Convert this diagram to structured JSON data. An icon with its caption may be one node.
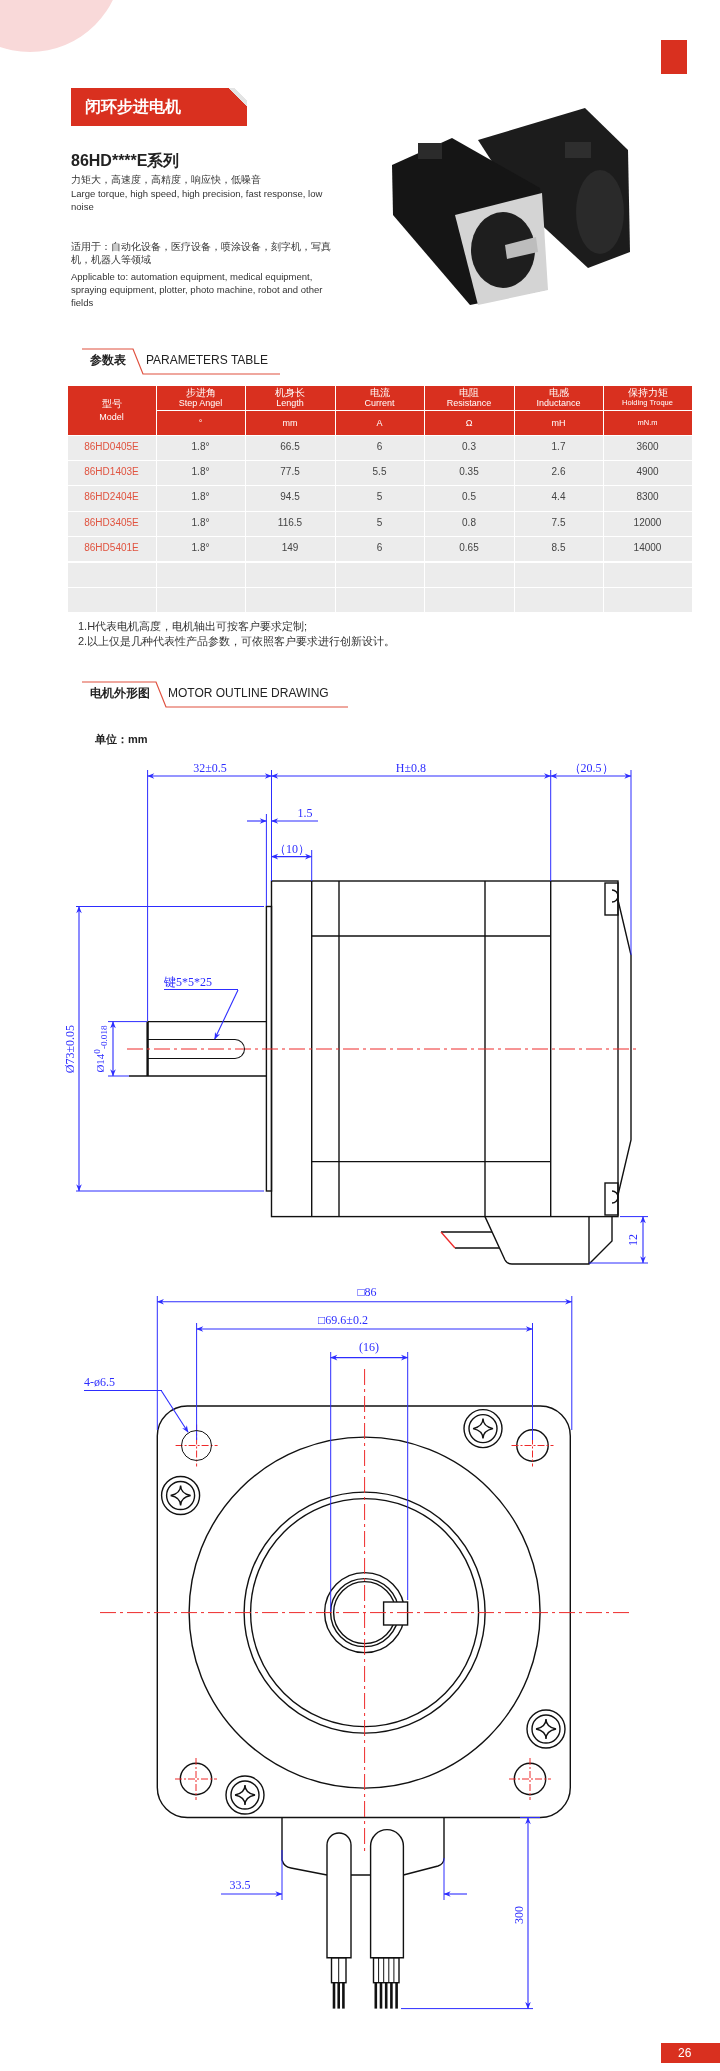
{
  "diagram": {
    "title": "闭环步进电机",
    "nodes": [
      {
        "text": [
          "键5*5*25"
        ]
      },
      {
        "text": [],
        "shape": "box"
      },
      {
        "text": [
          "4-ø6.5"
        ]
      },
      {
        "text": [],
        "shape": "circle"
      }
    ],
    "edges": [
      {
        "from": 0,
        "to": 1,
        "arrow": "to"
      },
      {
        "from": 2,
        "to": 3,
        "arrow": "to"
      }
    ],
    "labels": [
      "86HD****E系列",
      "力矩大，高速度，高精度，响应快，低噪音",
      "Large torque, high speed, high precision, fast response, low noise",
      "适用于：自动化设备，医疗设备，喷涂设备，刻字机，写真机，机器人等领域",
      "Applicable to: automation equipment, medical equipment, spraying equipment, plotter, photo machine, robot and other fields",
      "参数表",
      "PARAMETERS TABLE",
      "型号",
      "Model",
      "步进角",
      "Step Angel",
      "机身长",
      "Length",
      "电流",
      "Current",
      "电阻",
      "Resistance",
      "电感",
      "Inductance",
      "保持力矩",
      "Holding Troque",
      "°",
      "mm",
      "A",
      "Ω",
      "mH",
      "mN.m",
      "86HD0405E",
      "1.8°",
      "66.5",
      "6",
      "0.3",
      "1.7",
      "3600",
      "86HD1403E",
      "1.8°",
      "77.5",
      "5.5",
      "0.35",
      "2.6",
      "4900",
      "86HD2404E",
      "1.8°",
      "94.5",
      "5",
      "0.5",
      "4.4",
      "8300",
      "86HD3405E",
      "1.8°",
      "116.5",
      "5",
      "0.8",
      "7.5",
      "12000",
      "86HD5401E",
      "1.8°",
      "149",
      "6",
      "0.65",
      "8.5",
      "14000",
      "1.H代表电机高度，电机轴出可按客户要求定制;",
      "2.以上仅是几种代表性产品参数，可依照客户要求进行创新设计。",
      "电机外形图",
      "MOTOR OUTLINE DRAWING",
      "单位：mm",
      "32±0.5",
      "H±0.8",
      "（20.5）",
      "1.5",
      "（10）",
      "Ø73±0.05",
      "Ø14$^{0}$$_{-0.018}$",
      "12",
      "□86",
      "□69.6±0.2",
      "(16)",
      "33.5",
      "300",
      "26"
    ]
  }
}
